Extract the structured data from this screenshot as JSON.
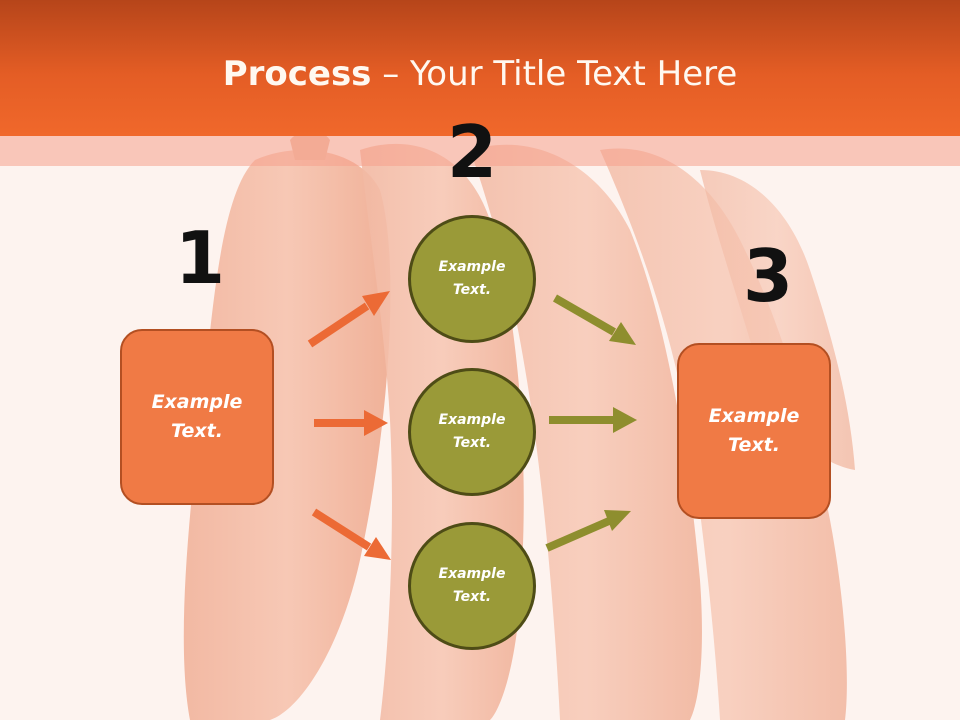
{
  "slide": {
    "title_bold": "Process",
    "title_rest": " – Your Title Text Here"
  },
  "steps": [
    {
      "number": "1",
      "label": "Example Text."
    },
    {
      "number": "2",
      "labels": [
        "Example Text.",
        "Example Text.",
        "Example Text."
      ]
    },
    {
      "number": "3",
      "label": "Example Text."
    }
  ],
  "colors": {
    "header": "#e45d25",
    "box_fill": "#f07a45",
    "circle_fill": "#9a9a38",
    "arrow_orange": "#ec6a35",
    "arrow_olive": "#8e8e2e"
  }
}
